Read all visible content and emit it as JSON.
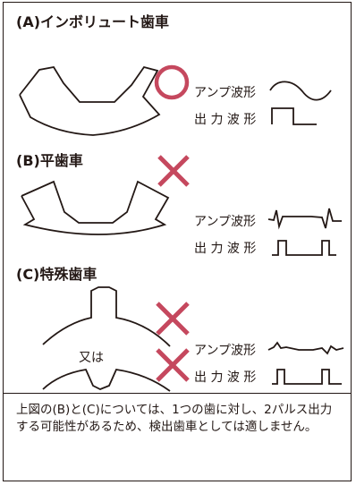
{
  "sections": {
    "a": {
      "title": "(A)インボリュート歯車",
      "amp_label": "アンプ波形",
      "out_label": "出 力 波 形",
      "verdict": "circle"
    },
    "b": {
      "title": "(B)平歯車",
      "amp_label": "アンプ波形",
      "out_label": "出 力 波 形",
      "verdict": "cross"
    },
    "c": {
      "title": "(C)特殊歯車",
      "amp_label": "アンプ波形",
      "out_label": "出 力 波 形",
      "verdict": "cross",
      "or_label": "又は"
    }
  },
  "note": "上図の(B)と(C)については、1つの歯に対し、2パルス出力する可能性があるため、検出歯車としては適しません。",
  "colors": {
    "line": "#231815",
    "mark": "#c5485e"
  }
}
